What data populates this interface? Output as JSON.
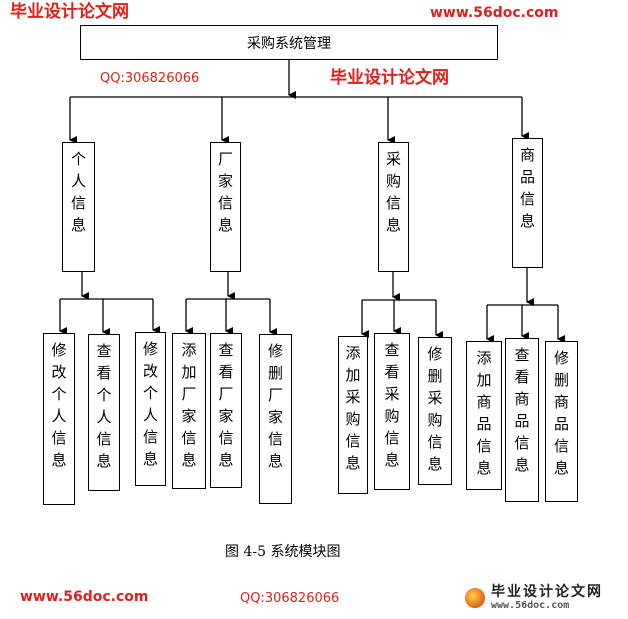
{
  "root": {
    "label": "采购系统管理"
  },
  "modules": [
    {
      "label": "个人信息",
      "children": [
        "修改个人信息",
        "查看个人信息",
        "修改个人信息"
      ]
    },
    {
      "label": "厂家信息",
      "children": [
        "添加厂家信息",
        "查看厂家信息",
        "修删厂家信息"
      ]
    },
    {
      "label": "采购信息",
      "children": [
        "添加采购信息",
        "查看采购信息",
        "修删采购信息"
      ]
    },
    {
      "label": "商品信息",
      "children": [
        "添加商品信息",
        "查看商品信息",
        "修删商品信息"
      ]
    }
  ],
  "caption": "图  4-5  系统模块图",
  "watermarks": {
    "site_name": "毕业设计论文网",
    "url": "www.56doc.com",
    "qq": "QQ:306826066"
  },
  "logo": {
    "name": "毕业设计论文网",
    "url": "www.56doc.com"
  }
}
